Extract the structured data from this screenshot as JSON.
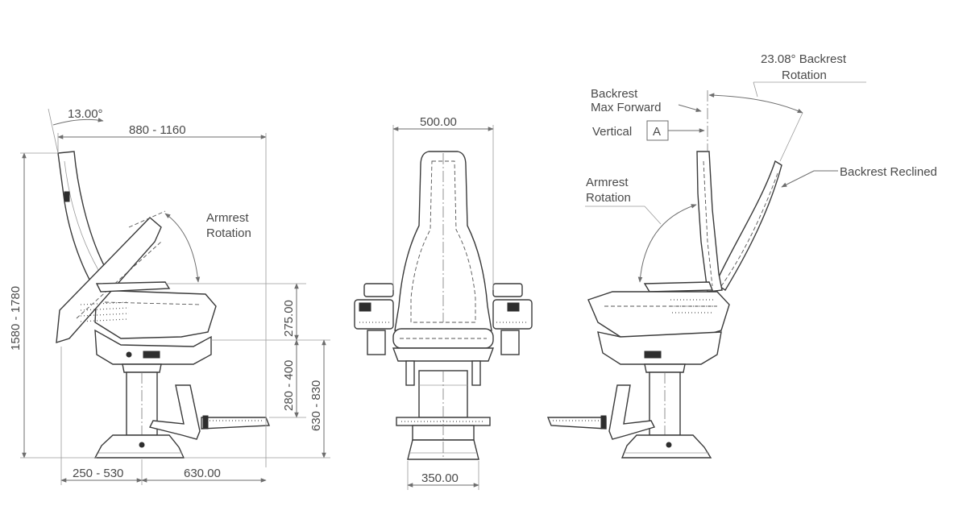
{
  "dimensions": {
    "seat_angle": "13.00°",
    "overall_length": "880 - 1160",
    "overall_height": "1580 - 1780",
    "armrest_height": "275.00",
    "seat_height": "280 - 400",
    "floor_to_seat": "630 - 830",
    "seat_slide": "250 - 530",
    "base_depth": "630.00",
    "seat_width": "500.00",
    "base_width": "350.00"
  },
  "annotations": {
    "armrest_rotation_left_1": "Armrest",
    "armrest_rotation_left_2": "Rotation",
    "backrest_rotation_1": "23.08° Backrest",
    "backrest_rotation_2": "Rotation",
    "backrest_max_forward_1": "Backrest",
    "backrest_max_forward_2": "Max Forward",
    "vertical_label": "Vertical",
    "datum_letter": "A",
    "armrest_rotation_right_1": "Armrest",
    "armrest_rotation_right_2": "Rotation",
    "backrest_reclined": "Backrest Reclined"
  }
}
